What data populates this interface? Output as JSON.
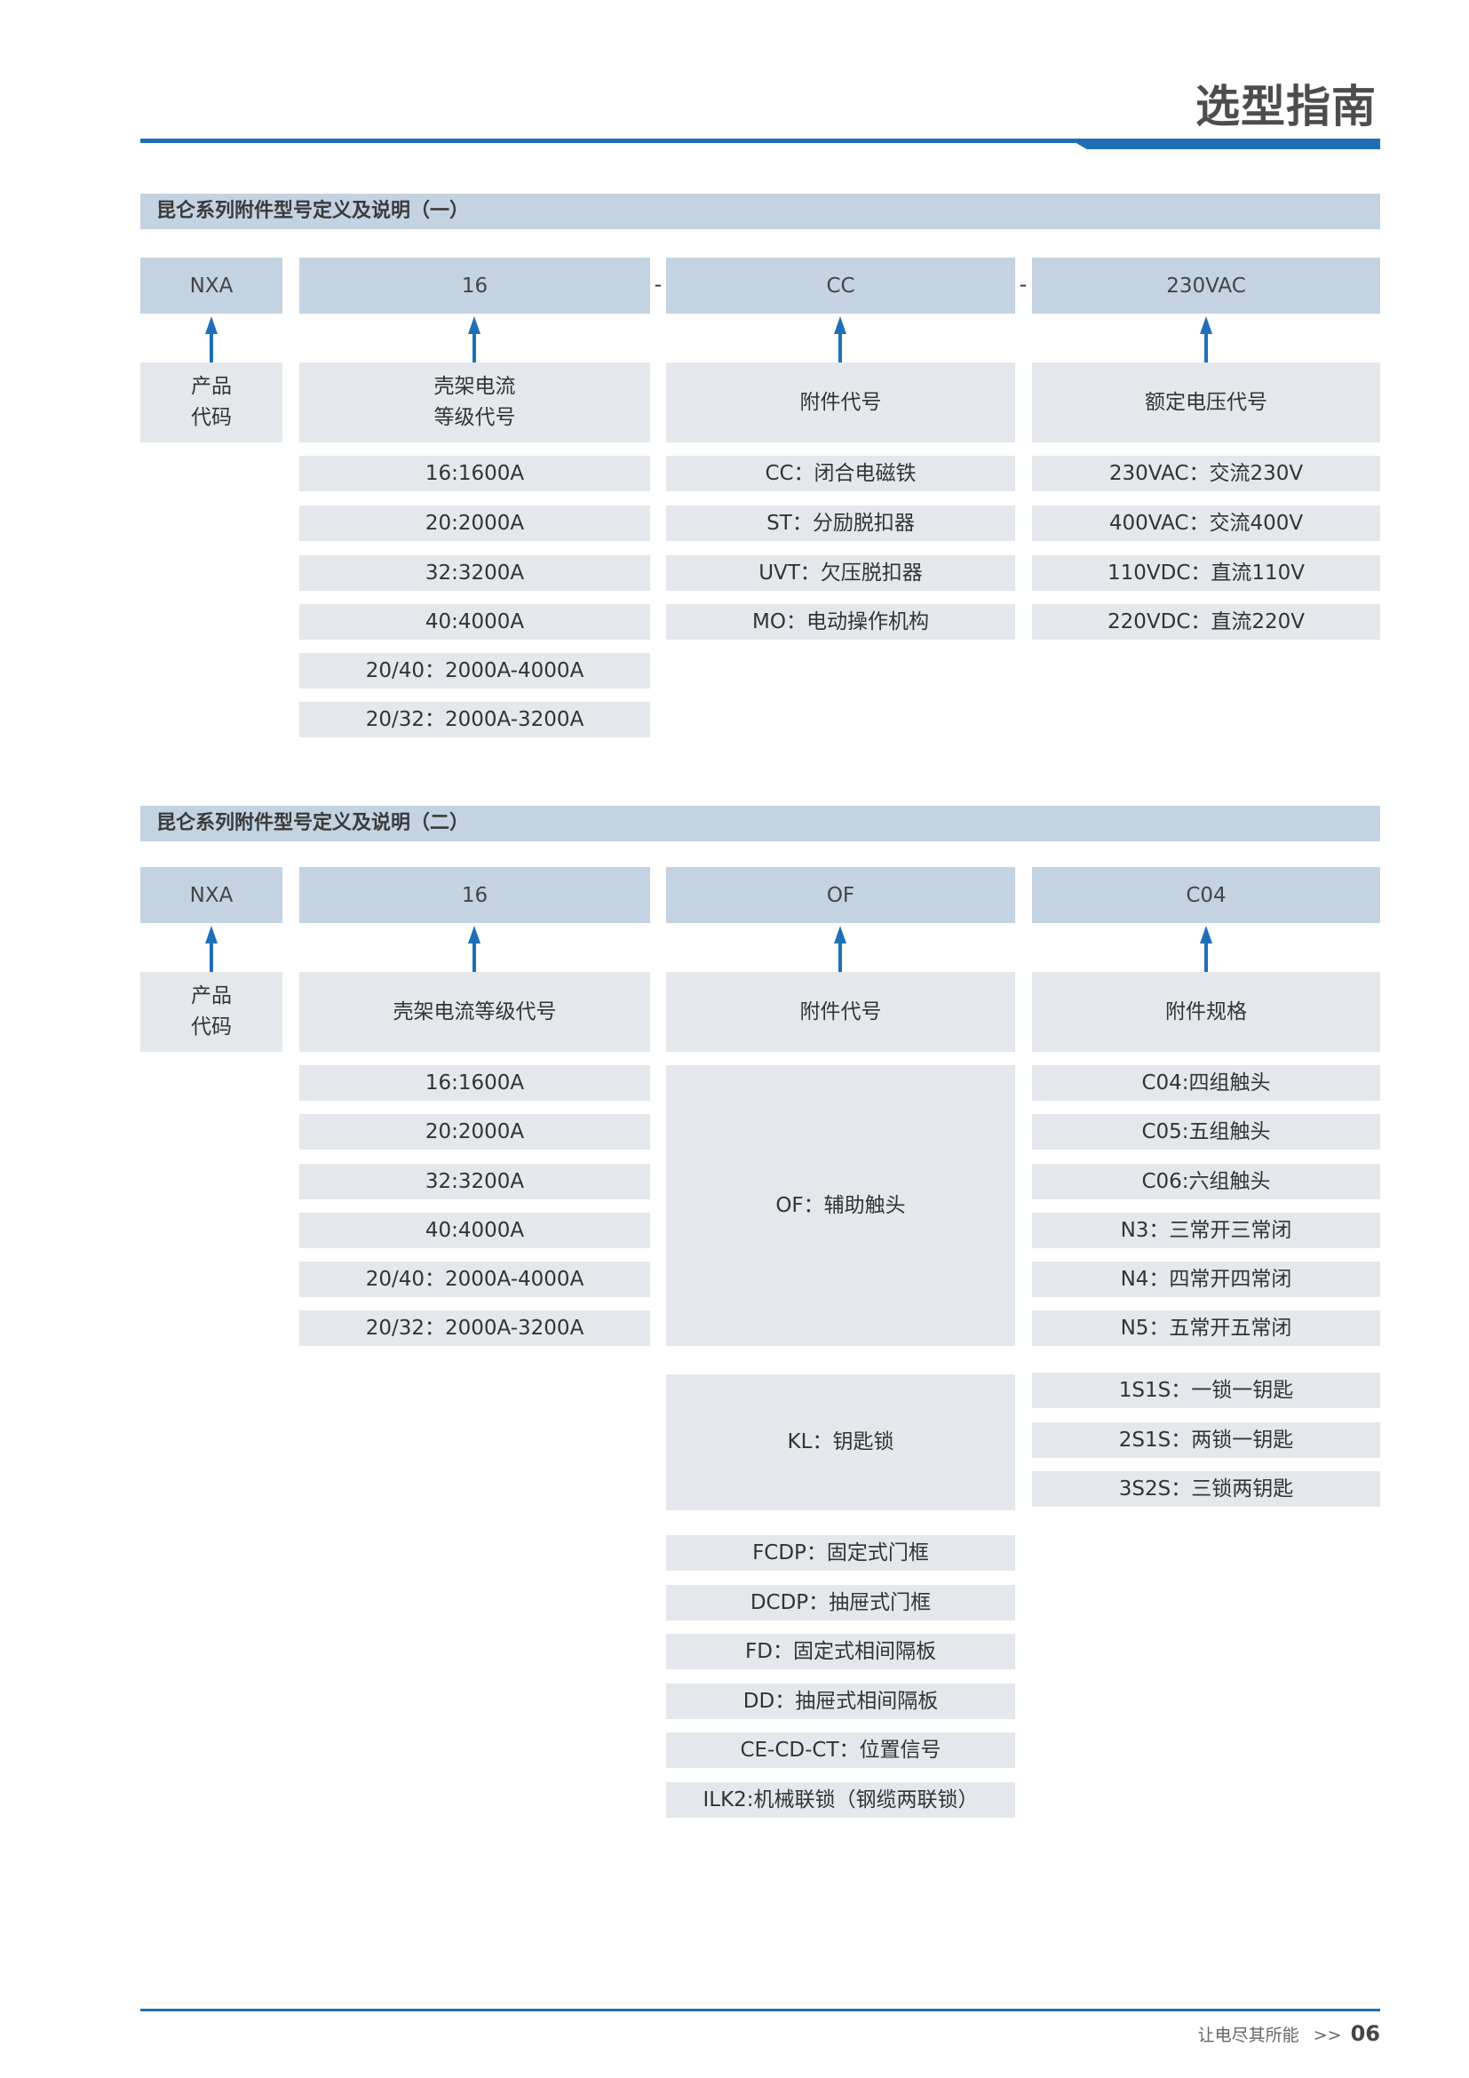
{
  "header": {
    "title": "选型指南"
  },
  "section1": {
    "title": "昆仑系列附件型号定义及说明（一）",
    "codes": [
      "NXA",
      "16",
      "CC",
      "230VAC"
    ],
    "separators": [
      "-",
      "-"
    ],
    "labels": [
      "产品\n代码",
      "壳架电流\n等级代号",
      "附件代号",
      "额定电压代号"
    ],
    "current_options": [
      "16:1600A",
      "20:2000A",
      "32:3200A",
      "40:4000A",
      "20/40：2000A-4000A",
      "20/32：2000A-3200A"
    ],
    "accessory_options": [
      "CC：闭合电磁铁",
      "ST：分励脱扣器",
      "UVT：欠压脱扣器",
      "MO：电动操作机构"
    ],
    "voltage_options": [
      "230VAC：交流230V",
      "400VAC：交流400V",
      "110VDC：直流110V",
      "220VDC：直流220V"
    ]
  },
  "section2": {
    "title": "昆仑系列附件型号定义及说明（二）",
    "codes": [
      "NXA",
      "16",
      "OF",
      "C04"
    ],
    "labels": [
      "产品\n代码",
      "壳架电流等级代号",
      "附件代号",
      "附件规格"
    ],
    "current_options": [
      "16:1600A",
      "20:2000A",
      "32:3200A",
      "40:4000A",
      "20/40：2000A-4000A",
      "20/32：2000A-3200A"
    ],
    "of_label": "OF：辅助触头",
    "of_specs": [
      "C04:四组触头",
      "C05:五组触头",
      "C06:六组触头",
      "N3：三常开三常闭",
      "N4：四常开四常闭",
      "N5：五常开五常闭"
    ],
    "kl_label": "KL：钥匙锁",
    "kl_specs": [
      "1S1S：一锁一钥匙",
      "2S1S：两锁一钥匙",
      "3S2S：三锁两钥匙"
    ],
    "other_accessories": [
      "FCDP：固定式门框",
      "DCDP：抽屉式门框",
      "FD：固定式相间隔板",
      "DD：抽屉式相间隔板",
      "CE-CD-CT：位置信号",
      "ILK2:机械联锁（钢缆两联锁）"
    ]
  },
  "footer": {
    "slogan": "让电尽其所能",
    "arrows": ">>",
    "page_number": "06"
  }
}
